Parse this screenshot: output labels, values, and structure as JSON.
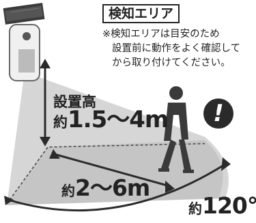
{
  "title": "検知エリア",
  "note_lines": [
    "※検知エリアは目安のため",
    "設置前に動作をよく確認して",
    "から取り付けてください。"
  ],
  "height": {
    "caption": "設置高",
    "prefix": "約",
    "value": "1.5～4m"
  },
  "distance": {
    "prefix": "約",
    "value": "2～6m"
  },
  "angle": {
    "prefix": "約",
    "value": "120°"
  },
  "alert_mark": "!",
  "colors": {
    "zone_fill": "#cfcfcf",
    "arrow": "#2b2b2b",
    "light": "#4a4a4a"
  },
  "icons": [
    "solar-sensor-light-icon",
    "walking-person-icon",
    "exclamation-icon"
  ]
}
